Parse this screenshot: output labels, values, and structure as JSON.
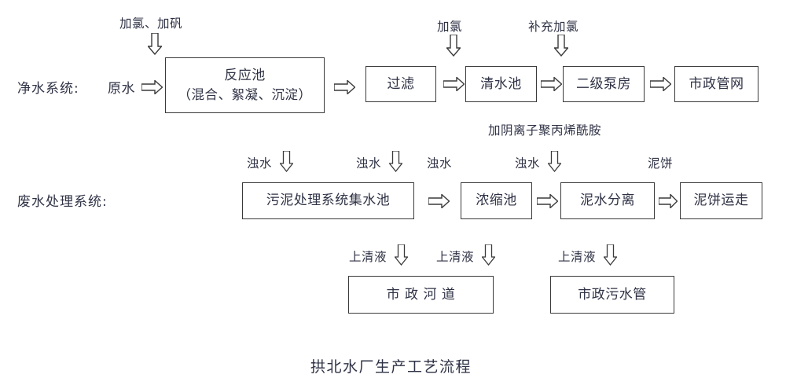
{
  "diagram": {
    "caption": "拱北水厂生产工艺流程",
    "rows": [
      {
        "id": "purification",
        "label": "净水系统:",
        "source_label": "原水"
      },
      {
        "id": "wastewater",
        "label": "废水处理系统:"
      }
    ],
    "purification_boxes": [
      {
        "name": "reaction-tank",
        "line1": "反应池",
        "line2": "（混合、絮凝、沉淀）"
      },
      {
        "name": "filtration",
        "line1": "过滤",
        "line2": ""
      },
      {
        "name": "clear-water-tank",
        "line1": "清水池",
        "line2": ""
      },
      {
        "name": "secondary-pump-house",
        "line1": "二级泵房",
        "line2": ""
      },
      {
        "name": "municipal-pipe-network",
        "line1": "市政管网",
        "line2": ""
      }
    ],
    "purification_dosing": [
      {
        "name": "chlorine-alum-dosing",
        "text": "加氯、加矾"
      },
      {
        "name": "chlorine-dosing",
        "text": "加氯"
      },
      {
        "name": "supplementary-chlorine-dosing",
        "text": "补充加氯"
      }
    ],
    "purification_note": "加阴离子聚丙烯酰胺",
    "wastewater_boxes": [
      {
        "name": "sludge-treatment-collection-tank",
        "line1": "污泥处理系统集水池",
        "line2": ""
      },
      {
        "name": "thickening-tank",
        "line1": "浓缩池",
        "line2": ""
      },
      {
        "name": "sludge-water-separation",
        "line1": "泥水分离",
        "line2": ""
      },
      {
        "name": "mud-cake-removal",
        "line1": "泥饼运走",
        "line2": ""
      }
    ],
    "wastewater_stream_labels": [
      {
        "name": "turbid-water-1",
        "text": "浊水"
      },
      {
        "name": "turbid-water-2",
        "text": "浊水"
      },
      {
        "name": "turbid-water-3",
        "text": "浊水"
      },
      {
        "name": "turbid-water-4",
        "text": "浊水"
      },
      {
        "name": "mud-cake",
        "text": "泥饼"
      }
    ],
    "supernatant_labels": [
      {
        "name": "supernatant-1",
        "text": "上清液"
      },
      {
        "name": "supernatant-2",
        "text": "上清液"
      },
      {
        "name": "supernatant-3",
        "text": "上清液"
      }
    ],
    "discharge_boxes": [
      {
        "name": "municipal-river-channel",
        "line1": "市 政 河 道",
        "line2": ""
      },
      {
        "name": "municipal-sewage-pipe",
        "line1": "市政污水管",
        "line2": ""
      }
    ],
    "colors": {
      "stroke": "#3a3a3a",
      "text": "#2f3245",
      "background": "#ffffff"
    }
  }
}
